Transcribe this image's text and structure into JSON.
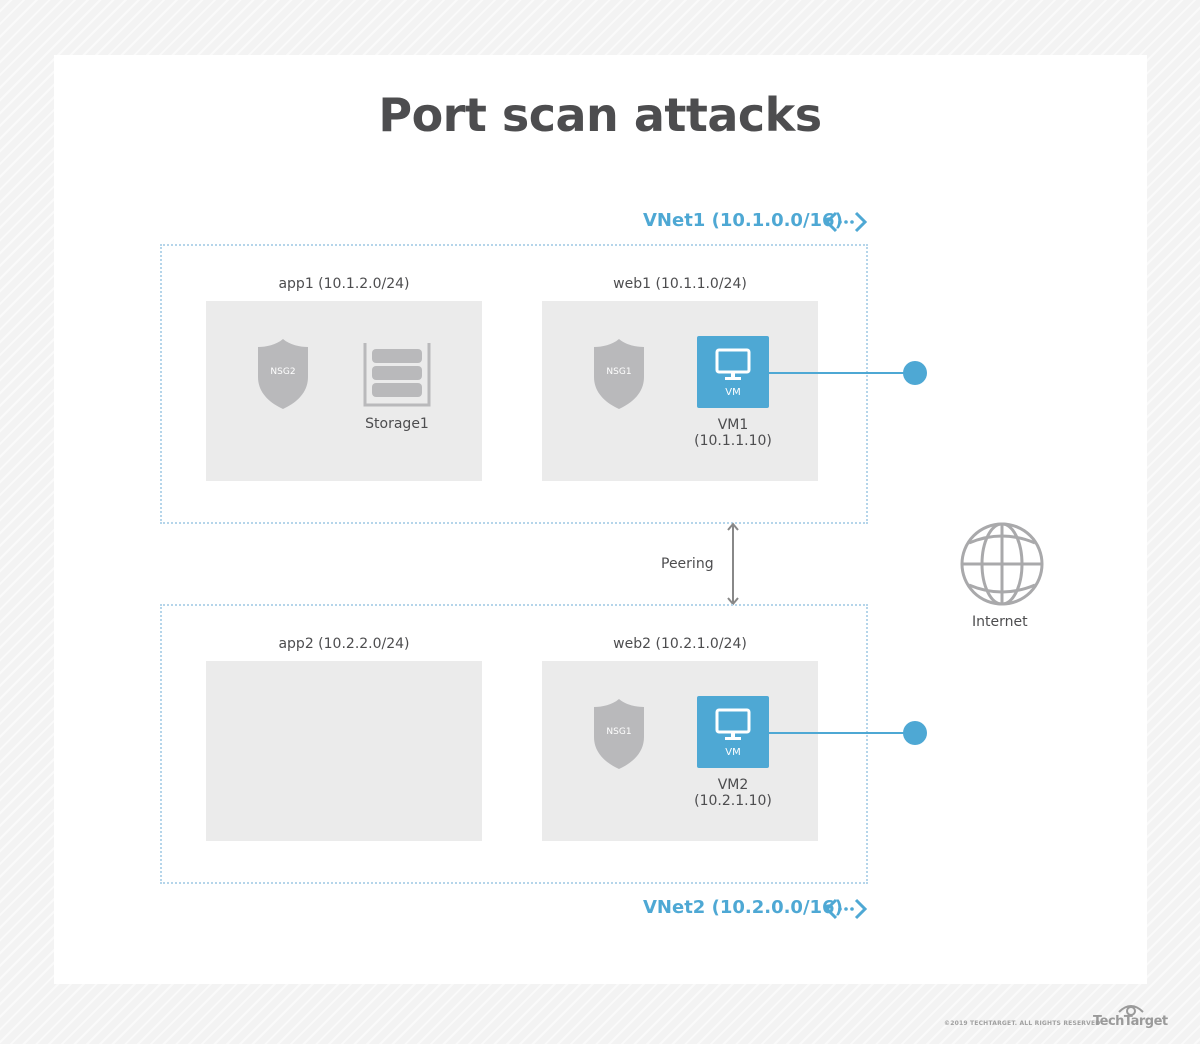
{
  "title": "Port scan attacks",
  "colors": {
    "accent": "#4ea8d4",
    "gray_icon": "#b9b9bb",
    "subnet_fill": "#ebebeb",
    "text": "#4d4d4f"
  },
  "vnets": [
    {
      "label": "VNet1 (10.1.0.0/16)",
      "icon": "vnet-arrows-icon",
      "subnets": [
        {
          "label": "app1 (10.1.2.0/24)",
          "nsg": "NSG2",
          "resource": {
            "type": "storage",
            "label": "Storage1"
          }
        },
        {
          "label": "web1 (10.1.1.0/24)",
          "nsg": "NSG1",
          "resource": {
            "type": "vm",
            "badge": "VM",
            "name": "VM1",
            "ip": "(10.1.1.10)"
          }
        }
      ]
    },
    {
      "label": "VNet2 (10.2.0.0/16)",
      "icon": "vnet-arrows-icon",
      "subnets": [
        {
          "label": "app2 (10.2.2.0/24)"
        },
        {
          "label": "web2 (10.2.1.0/24)",
          "nsg": "NSG1",
          "resource": {
            "type": "vm",
            "badge": "VM",
            "name": "VM2",
            "ip": "(10.2.1.10)"
          }
        }
      ]
    }
  ],
  "peering": {
    "label": "Peering"
  },
  "internet": {
    "label": "Internet",
    "icon": "globe-icon"
  },
  "footer": {
    "copyright": "©2019 TECHTARGET. ALL RIGHTS RESERVED",
    "brand": "TechTarget"
  }
}
